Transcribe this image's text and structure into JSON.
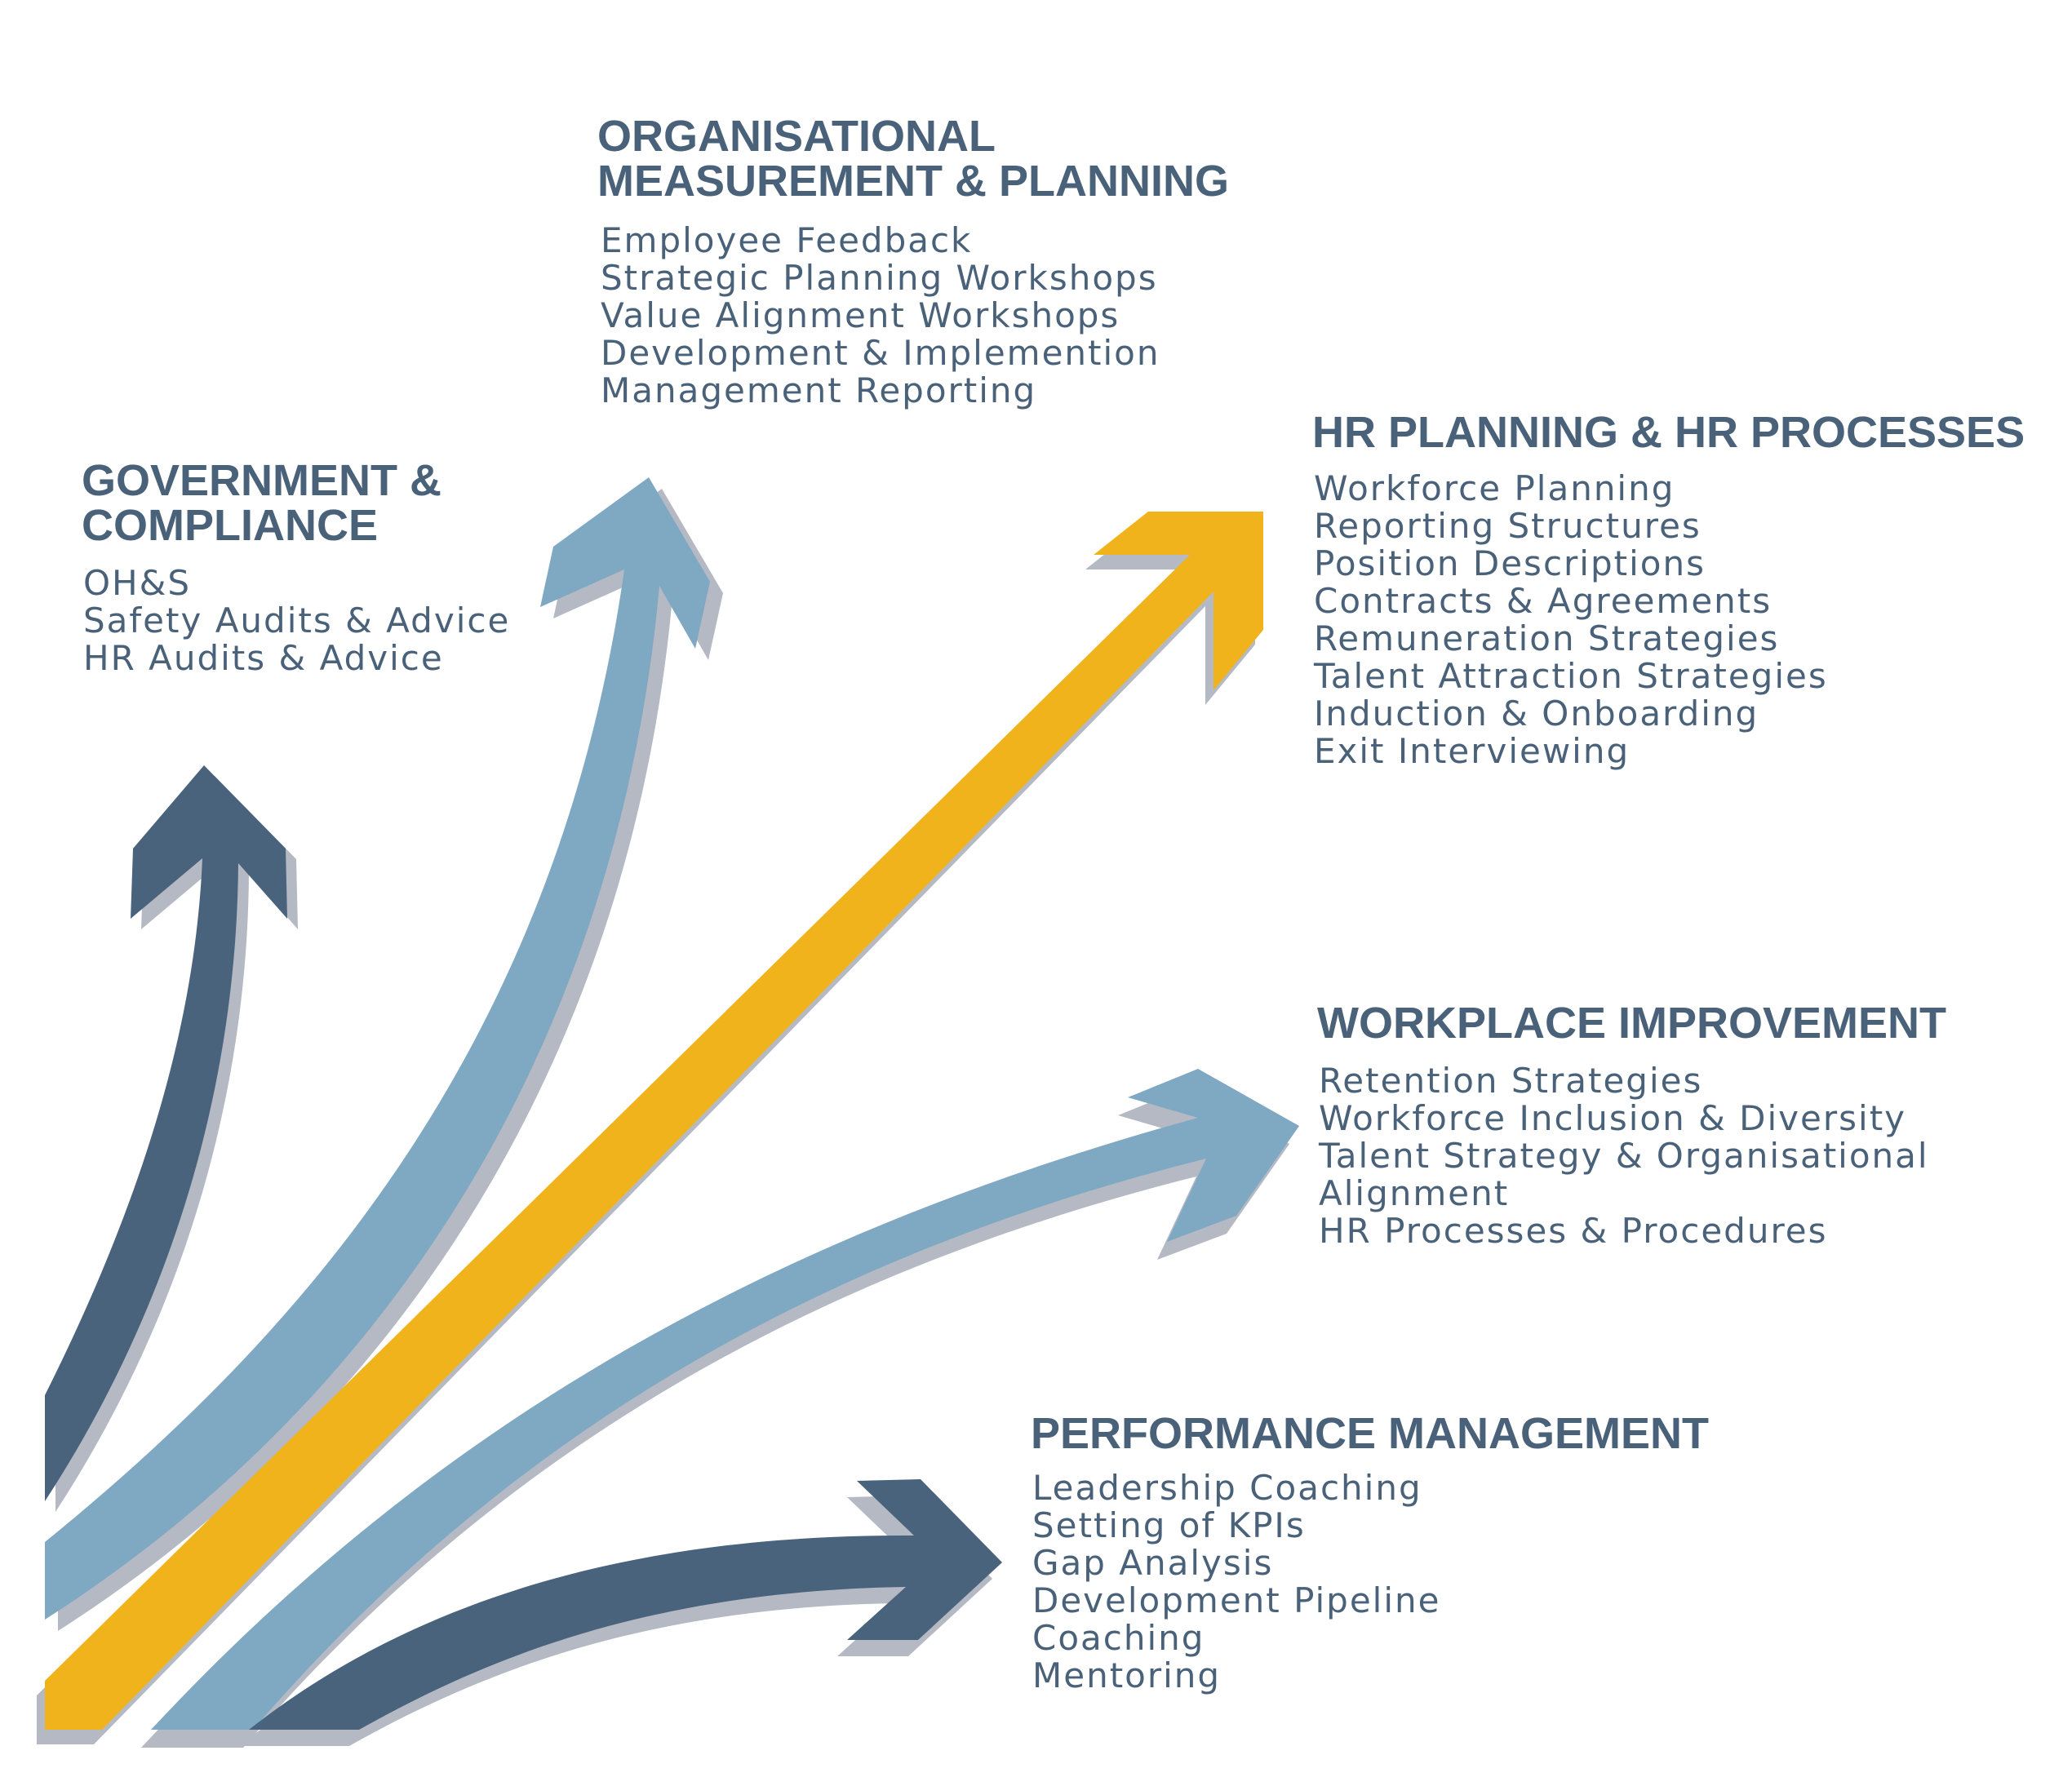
{
  "colors": {
    "text": "#4a617a",
    "dark_arrow": "#4a637d",
    "light_arrow": "#7fa8c3",
    "gold_arrow": "#f0b31c",
    "shadow": "#b4b9c3"
  },
  "sections": {
    "organisational": {
      "title_lines": [
        "ORGANISATIONAL",
        "MEASUREMENT & PLANNING"
      ],
      "items": [
        "Employee Feedback",
        "Strategic Planning Workshops",
        "Value Alignment Workshops",
        "Development & Implemention",
        "Management Reporting"
      ]
    },
    "government": {
      "title_lines": [
        "GOVERNMENT &",
        "COMPLIANCE"
      ],
      "items": [
        "OH&S",
        "Safety Audits & Advice",
        "HR Audits & Advice"
      ]
    },
    "hr_planning": {
      "title_lines": [
        "HR PLANNING & HR PROCESSES"
      ],
      "items": [
        "Workforce Planning",
        "Reporting Structures",
        "Position Descriptions",
        "Contracts & Agreements",
        "Remuneration Strategies",
        "Talent Attraction Strategies",
        "Induction & Onboarding",
        "Exit Interviewing"
      ]
    },
    "workplace": {
      "title_lines": [
        "WORKPLACE IMPROVEMENT"
      ],
      "items": [
        "Retention Strategies",
        "Workforce Inclusion & Diversity",
        "Talent Strategy & Organisational",
        "Alignment",
        "HR Processes & Procedures"
      ]
    },
    "performance": {
      "title_lines": [
        "PERFORMANCE MANAGEMENT"
      ],
      "items": [
        "Leadership Coaching",
        "Setting of KPIs",
        "Gap Analysis",
        "Development Pipeline",
        "Coaching",
        "Mentoring"
      ]
    }
  }
}
